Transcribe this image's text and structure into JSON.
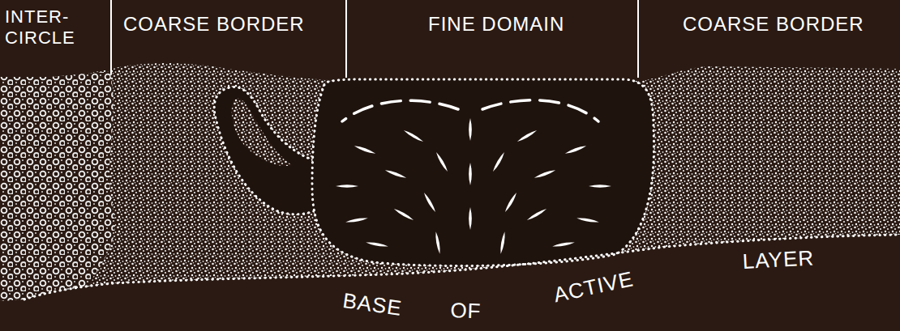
{
  "diagram": {
    "labels": [
      "INTER- CIRCLE",
      "COARSE BORDER",
      "FINE DOMAIN",
      "COARSE BORDER",
      "BASE",
      "OF",
      "ACTIVE",
      "LAYER"
    ]
  }
}
